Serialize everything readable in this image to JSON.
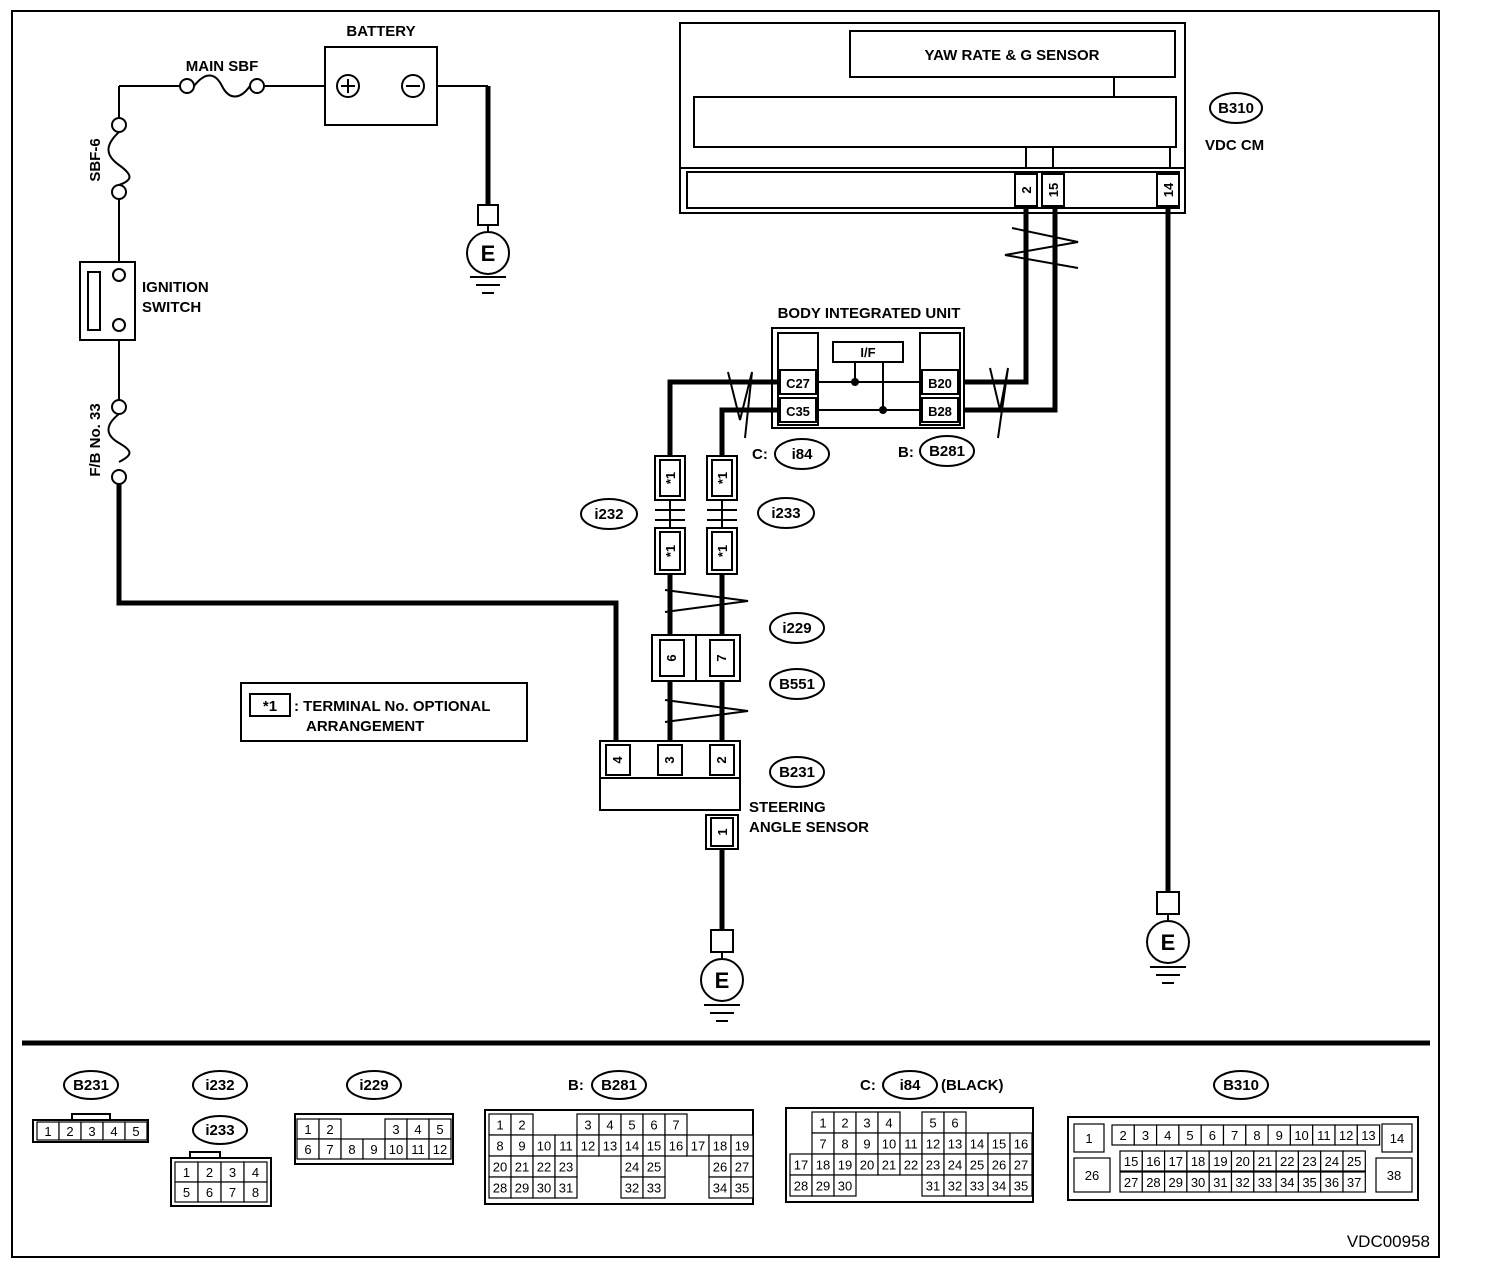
{
  "diagram": {
    "battery": "BATTERY",
    "main_sbf": "MAIN SBF",
    "sbf6": "SBF-6",
    "ignition": [
      "IGNITION",
      "SWITCH"
    ],
    "fb33": "F/B No. 33",
    "ground": "E",
    "plus": "+",
    "minus": "−",
    "yaw": "YAW RATE & G SENSOR",
    "b310": "B310",
    "vdc_cm": "VDC CM",
    "vdc_pins": [
      "2",
      "15",
      "14"
    ],
    "biu": "BODY INTEGRATED UNIT",
    "if": "I/F",
    "biu_pins": [
      "C27",
      "C35",
      "B20",
      "B28"
    ],
    "c_prefix": "C:",
    "b_prefix": "B:",
    "i84": "i84",
    "b281": "B281",
    "i232": "i232",
    "i233": "i233",
    "star1": "*1",
    "i229": "i229",
    "b551": "B551",
    "pin6": "6",
    "pin7": "7",
    "b231": "B231",
    "sas_pins": [
      "4",
      "3",
      "2",
      "1"
    ],
    "sas": [
      "STEERING",
      "ANGLE SENSOR"
    ],
    "legend_symbol": "*1",
    "legend_text": [
      ": TERMINAL No. OPTIONAL",
      "ARRANGEMENT"
    ],
    "black": "(BLACK)",
    "code": "VDC00958"
  },
  "connectors": {
    "b231": [
      [
        "1",
        "2",
        "3",
        "4",
        "5"
      ]
    ],
    "i233": [
      [
        "1",
        "2",
        "3",
        "4"
      ],
      [
        "5",
        "6",
        "7",
        "8"
      ]
    ],
    "i229": [
      [
        "1",
        "2",
        "",
        "",
        "3",
        "4",
        "5"
      ],
      [
        "6",
        "7",
        "8",
        "9",
        "10",
        "11",
        "12"
      ]
    ],
    "b281": [
      [
        "1",
        "2",
        "",
        "",
        "3",
        "4",
        "5",
        "6",
        "7"
      ],
      [
        "8",
        "9",
        "10",
        "11",
        "12",
        "13",
        "14",
        "15",
        "16",
        "17",
        "18",
        "19"
      ],
      [
        "20",
        "21",
        "22",
        "23",
        "",
        "",
        "24",
        "25",
        "",
        "",
        "26",
        "27"
      ],
      [
        "28",
        "29",
        "30",
        "31",
        "",
        "",
        "32",
        "33",
        "",
        "",
        "34",
        "35"
      ]
    ],
    "i84": [
      [
        "",
        "1",
        "2",
        "3",
        "4",
        "",
        "5",
        "6"
      ],
      [
        "",
        "7",
        "8",
        "9",
        "10",
        "11",
        "12",
        "13",
        "14",
        "15",
        "16"
      ],
      [
        "17",
        "18",
        "19",
        "20",
        "21",
        "22",
        "23",
        "24",
        "25",
        "26",
        "27"
      ],
      [
        "28",
        "29",
        "30",
        "",
        "",
        "",
        "31",
        "32",
        "33",
        "34",
        "35"
      ]
    ],
    "b310": {
      "r1": [
        "2",
        "3",
        "4",
        "5",
        "6",
        "7",
        "8",
        "9",
        "10",
        "11",
        "12",
        "13"
      ],
      "r2": [
        "15",
        "16",
        "17",
        "18",
        "19",
        "20",
        "21",
        "22",
        "23",
        "24",
        "25"
      ],
      "r3": [
        "27",
        "28",
        "29",
        "30",
        "31",
        "32",
        "33",
        "34",
        "35",
        "36",
        "37"
      ],
      "l1": "1",
      "l2": "26",
      "rt": "14",
      "rb": "38"
    }
  }
}
